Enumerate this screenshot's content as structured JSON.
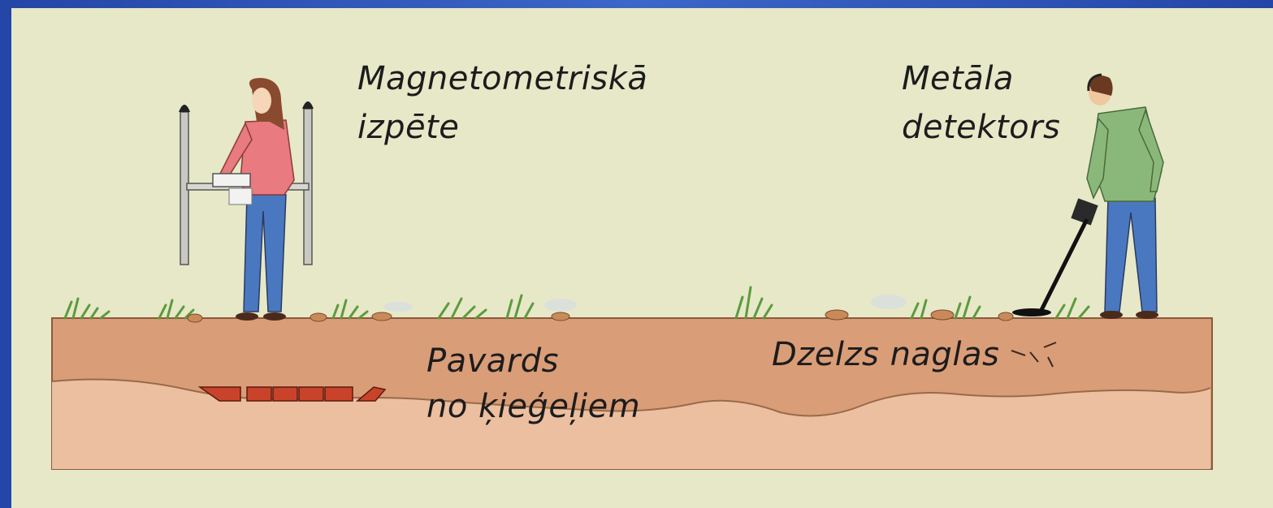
{
  "labels": {
    "magnetometry_line1": "Magnetometriskā",
    "magnetometry_line2": "izpēte",
    "detector_line1": "Metāla",
    "detector_line2": "detektors",
    "wall_line1": "Pavards",
    "wall_line2": "no ķieģeļiem",
    "nails": "Dzelzs naglas"
  },
  "colors": {
    "frame": "#2a56b8",
    "paper": "#e6e8c8",
    "topsoil": "#dca07a",
    "subsoil": "#ebbfa0",
    "brick": "#c8432a",
    "grass": "#5c9a3c"
  }
}
